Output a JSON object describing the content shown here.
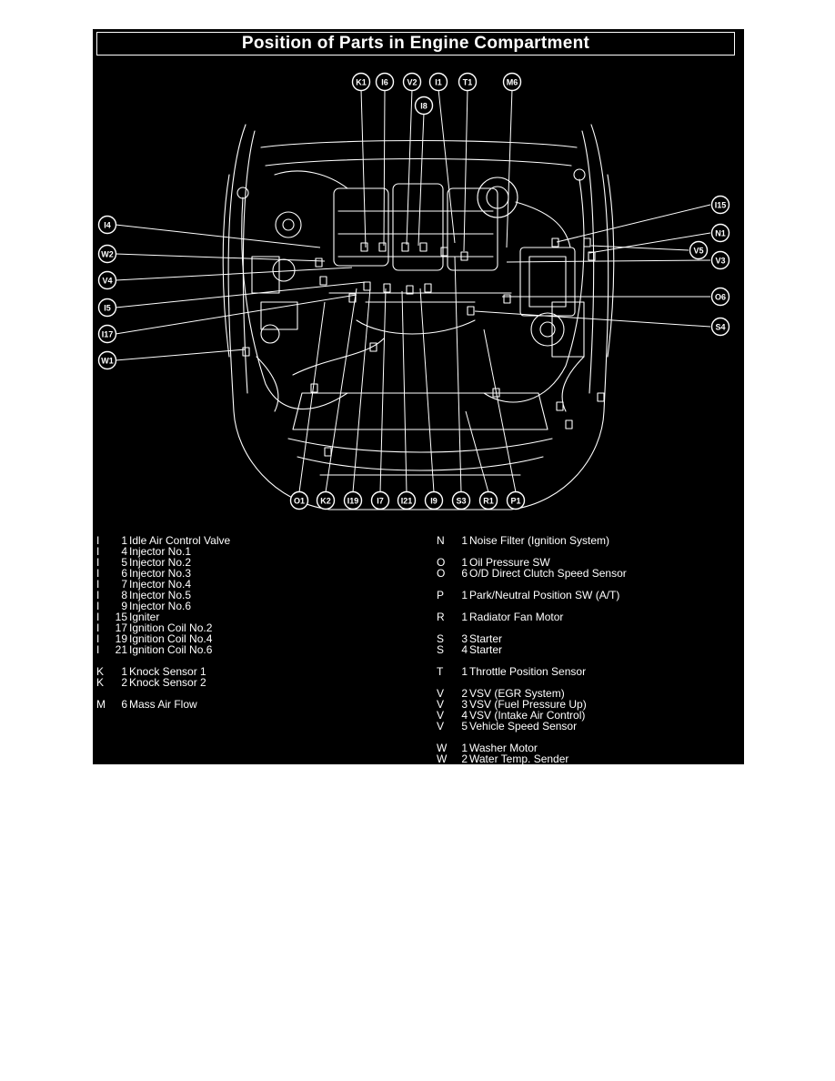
{
  "title": "Position of Parts in Engine Compartment",
  "callouts": {
    "top": [
      "K1",
      "I6",
      "V2",
      "I1",
      "T1",
      "M6",
      "I8"
    ],
    "left": [
      "I4",
      "W2",
      "V4",
      "I5",
      "I17",
      "W1"
    ],
    "right": [
      "I15",
      "N1",
      "V5",
      "V3",
      "O6",
      "S4"
    ],
    "bottom": [
      "O1",
      "K2",
      "I19",
      "I7",
      "I21",
      "I9",
      "S3",
      "R1",
      "P1"
    ]
  },
  "legend_left": [
    {
      "letter": "I",
      "num": "1",
      "name": "Idle Air Control Valve"
    },
    {
      "letter": "I",
      "num": "4",
      "name": "Injector No.1"
    },
    {
      "letter": "I",
      "num": "5",
      "name": "Injector No.2"
    },
    {
      "letter": "I",
      "num": "6",
      "name": "Injector No.3"
    },
    {
      "letter": "I",
      "num": "7",
      "name": "Injector No.4"
    },
    {
      "letter": "I",
      "num": "8",
      "name": "Injector No.5"
    },
    {
      "letter": "I",
      "num": "9",
      "name": "Injector No.6"
    },
    {
      "letter": "I",
      "num": "15",
      "name": "Igniter"
    },
    {
      "letter": "I",
      "num": "17",
      "name": "Ignition Coil No.2"
    },
    {
      "letter": "I",
      "num": "19",
      "name": "Ignition Coil No.4"
    },
    {
      "letter": "I",
      "num": "21",
      "name": "Ignition Coil No.6"
    },
    {
      "letter": "K",
      "num": "1",
      "name": "Knock Sensor 1"
    },
    {
      "letter": "K",
      "num": "2",
      "name": "Knock Sensor 2"
    },
    {
      "letter": "M",
      "num": "6",
      "name": "Mass Air Flow"
    }
  ],
  "legend_right": [
    {
      "letter": "N",
      "num": "1",
      "name": "Noise Filter (Ignition System)"
    },
    {
      "letter": "O",
      "num": "1",
      "name": "Oil Pressure SW"
    },
    {
      "letter": "O",
      "num": "6",
      "name": "O/D Direct Clutch Speed Sensor"
    },
    {
      "letter": "P",
      "num": "1",
      "name": "Park/Neutral Position SW (A/T)"
    },
    {
      "letter": "R",
      "num": "1",
      "name": "Radiator Fan Motor"
    },
    {
      "letter": "S",
      "num": "3",
      "name": "Starter"
    },
    {
      "letter": "S",
      "num": "4",
      "name": "Starter"
    },
    {
      "letter": "T",
      "num": "1",
      "name": "Throttle Position Sensor"
    },
    {
      "letter": "V",
      "num": "2",
      "name": "VSV (EGR System)"
    },
    {
      "letter": "V",
      "num": "3",
      "name": "VSV (Fuel Pressure Up)"
    },
    {
      "letter": "V",
      "num": "4",
      "name": "VSV (Intake Air Control)"
    },
    {
      "letter": "V",
      "num": "5",
      "name": "Vehicle Speed Sensor"
    },
    {
      "letter": "W",
      "num": "1",
      "name": "Washer Motor"
    },
    {
      "letter": "W",
      "num": "2",
      "name": "Water Temp. Sender"
    }
  ]
}
